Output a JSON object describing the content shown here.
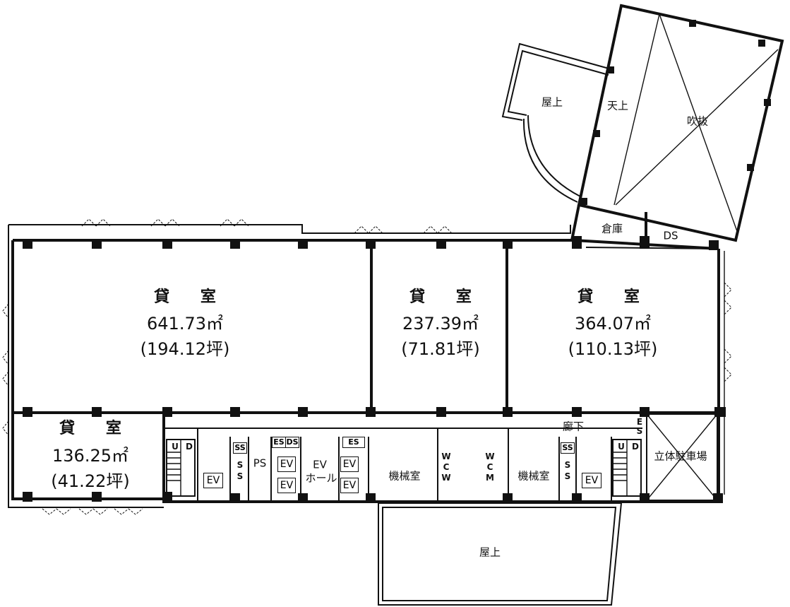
{
  "rooms": {
    "room1": {
      "title": "貸 室",
      "area": "641.73㎡",
      "tsubo": "(194.12坪)"
    },
    "room2": {
      "title": "貸 室",
      "area": "237.39㎡",
      "tsubo": "(71.81坪)"
    },
    "room3": {
      "title": "貸 室",
      "area": "364.07㎡",
      "tsubo": "(110.13坪)"
    },
    "room4": {
      "title": "貸 室",
      "area": "136.25㎡",
      "tsubo": "(41.22坪)"
    }
  },
  "labels": {
    "rooftop_top": "屋上",
    "tenjo": "天上",
    "fukinuke": "吹抜",
    "souko": "倉庫",
    "ds_top": "DS",
    "rouka": "廊下",
    "parking": "立体駐車場",
    "rooftop_bottom": "屋上",
    "kikai1": "機械室",
    "kikai2": "機械室",
    "ev_hall_1": "EV",
    "ev_hall_2": "ホール",
    "ps": "PS",
    "ss": "SS",
    "s": "S",
    "es": "ES",
    "ds": "DS",
    "ev": "EV",
    "w": "W",
    "c": "C",
    "m": "M",
    "u": "U",
    "d": "D",
    "e": "E"
  }
}
